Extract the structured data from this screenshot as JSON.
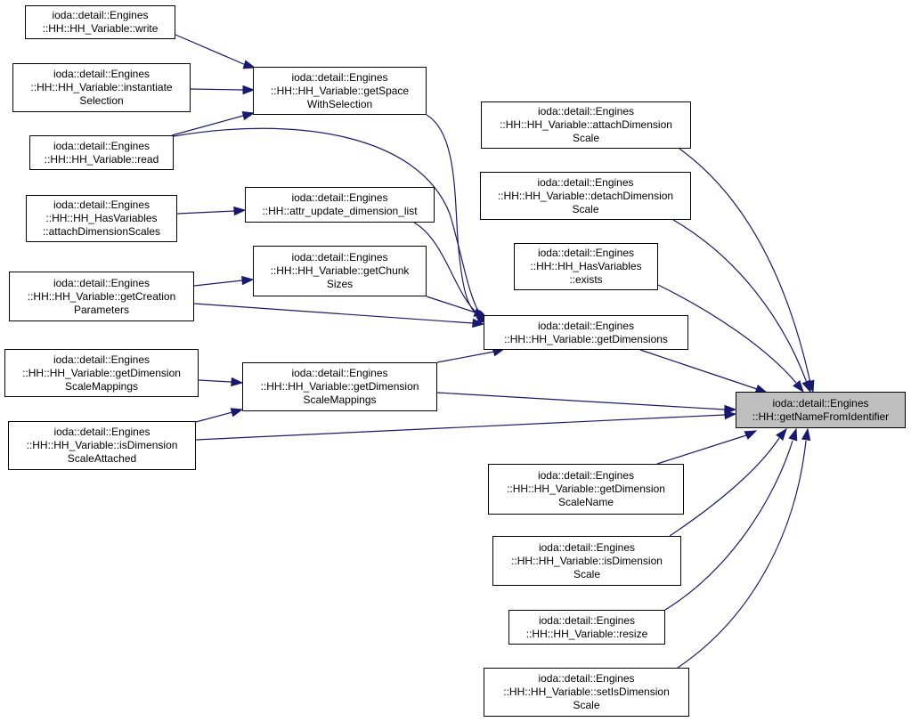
{
  "graph": {
    "edge_color": "#191970",
    "target_fill": "#bfbfbf",
    "nodes": {
      "target": "ioda::detail::Engines\n::HH::getNameFromIdentifier",
      "write": "ioda::detail::Engines\n::HH::HH_Variable::write",
      "instantiate": "ioda::detail::Engines\n::HH::HH_Variable::instantiate\nSelection",
      "read": "ioda::detail::Engines\n::HH::HH_Variable::read",
      "attach_scales": "ioda::detail::Engines\n::HH::HH_HasVariables\n::attachDimensionScales",
      "get_creation": "ioda::detail::Engines\n::HH::HH_Variable::getCreation\nParameters",
      "gdsm_left": "ioda::detail::Engines\n::HH::HH_Variable::getDimension\nScaleMappings",
      "is_attached": "ioda::detail::Engines\n::HH::HH_Variable::isDimension\nScaleAttached",
      "get_space": "ioda::detail::Engines\n::HH::HH_Variable::getSpace\nWithSelection",
      "attr_update": "ioda::detail::Engines\n::HH::attr_update_dimension_list",
      "get_chunk": "ioda::detail::Engines\n::HH::HH_Variable::getChunk\nSizes",
      "gdsm_mid": "ioda::detail::Engines\n::HH::HH_Variable::getDimension\nScaleMappings",
      "attach_scale": "ioda::detail::Engines\n::HH::HH_Variable::attachDimension\nScale",
      "detach_scale": "ioda::detail::Engines\n::HH::HH_Variable::detachDimension\nScale",
      "exists": "ioda::detail::Engines\n::HH::HH_HasVariables\n::exists",
      "get_dimensions": "ioda::detail::Engines\n::HH::HH_Variable::getDimensions",
      "get_scale_name": "ioda::detail::Engines\n::HH::HH_Variable::getDimension\nScaleName",
      "is_scale": "ioda::detail::Engines\n::HH::HH_Variable::isDimension\nScale",
      "resize": "ioda::detail::Engines\n::HH::HH_Variable::resize",
      "set_is_scale": "ioda::detail::Engines\n::HH::HH_Variable::setIsDimension\nScale"
    }
  }
}
